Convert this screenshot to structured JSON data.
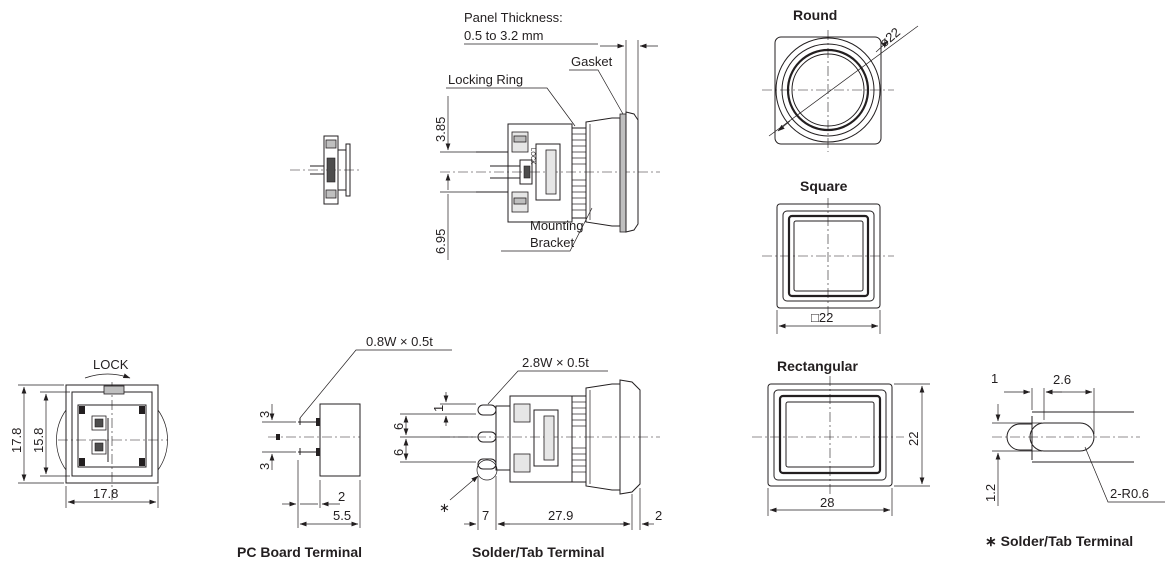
{
  "labels": {
    "panel_thickness": "Panel Thickness:",
    "panel_thickness_range": "0.5 to 3.2 mm",
    "gasket": "Gasket",
    "locking_ring": "Locking Ring",
    "mounting": "Mounting",
    "bracket": "Bracket",
    "lock": "LOCK",
    "lock_mark": "LOCK"
  },
  "titles": {
    "round": "Round",
    "square": "Square",
    "rectangular": "Rectangular"
  },
  "captions": {
    "pc_board": "PC Board Terminal",
    "solder_tab": "Solder/Tab Terminal",
    "solder_tab_detail": "∗ Solder/Tab Terminal"
  },
  "dimensions": {
    "d_3_85": "3.85",
    "d_6_95": "6.95",
    "round_dia": "ø22",
    "square_size": "□22",
    "pc_pin": "0.8W × 0.5t",
    "tab_pin": "2.8W × 0.5t",
    "front_17_8_v": "17.8",
    "front_15_8": "15.8",
    "front_17_8_h": "17.8",
    "pc_3_top": "3",
    "pc_3_bot": "3",
    "pc_2": "2",
    "pc_5_5": "5.5",
    "st_1": "1",
    "st_6_top": "6",
    "st_6_bot": "6",
    "st_7": "7",
    "st_27_9": "27.9",
    "st_2": "2",
    "asterisk": "∗",
    "rect_22": "22",
    "rect_28": "28",
    "det_1": "1",
    "det_2_6": "2.6",
    "det_1_2": "1.2",
    "det_r": "2-R0.6"
  }
}
